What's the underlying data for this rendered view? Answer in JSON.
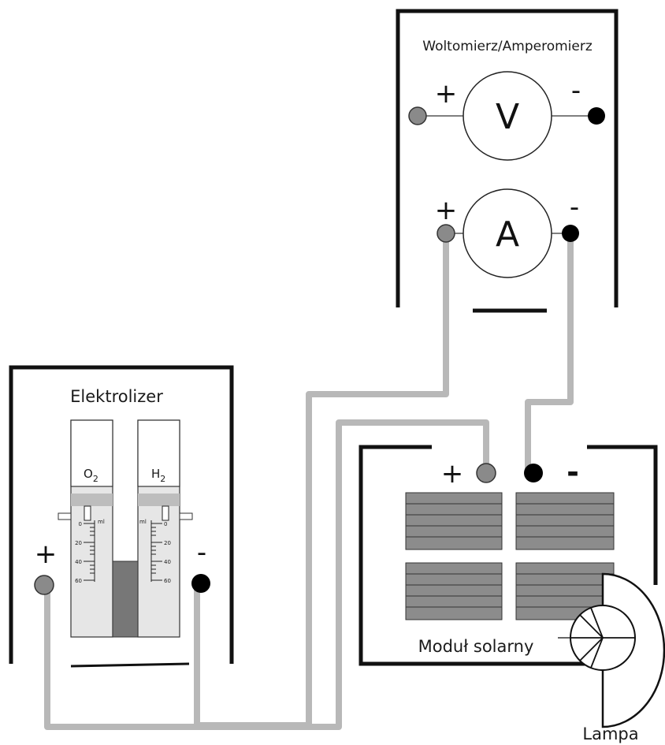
{
  "meter": {
    "title": "Woltomierz/Amperomierz",
    "voltmeter_symbol": "V",
    "ammeter_symbol": "A",
    "plus": "+",
    "minus": "-"
  },
  "electrolyzer": {
    "title": "Elektrolizer",
    "left_tube": {
      "gas": "O",
      "subscript": "2",
      "unit": "ml",
      "scale": [
        "0",
        "20",
        "40",
        "60"
      ]
    },
    "right_tube": {
      "gas": "H",
      "subscript": "2",
      "unit": "ml",
      "scale": [
        "0",
        "20",
        "40",
        "60"
      ]
    },
    "plus": "+",
    "minus": "-"
  },
  "solar_module": {
    "title": "Moduł solarny",
    "plus": "+",
    "minus": "-"
  },
  "lamp": {
    "label": "Lampa"
  },
  "colors": {
    "wire": "#b8b8b8",
    "terminal_positive": "#8a8a8a",
    "terminal_negative": "#000000",
    "frame": "#111111",
    "solar_cell": "#8c8c8c",
    "tube_fill": "#e6e6e6",
    "electrolyte": "#777777"
  }
}
